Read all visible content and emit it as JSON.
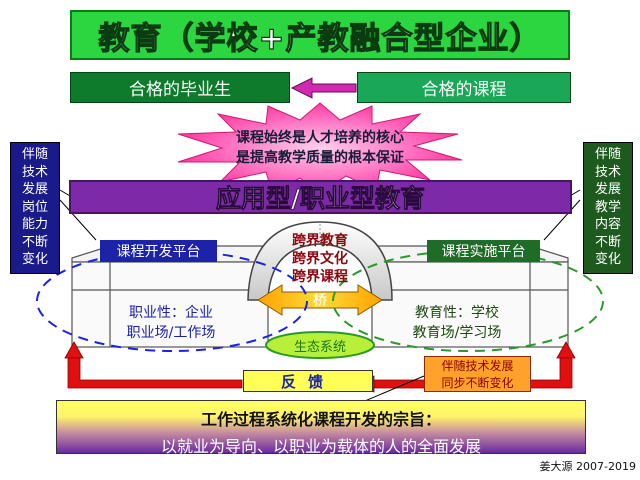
{
  "title": "教育（学校+产教融合型企业）",
  "graduate_label": "合格的毕业生",
  "course_label": "合格的课程",
  "core_line1": "课程始终是人才培养的核心",
  "core_line2": "是提高教学质量的根本保证",
  "app_banner": "应用型/职业型教育",
  "left_side": [
    "伴随",
    "技术",
    "发展",
    "岗位",
    "能力",
    "不断",
    "变化"
  ],
  "right_side": [
    "伴随",
    "技术",
    "发展",
    "教学",
    "内容",
    "不断",
    "变化"
  ],
  "left_platform": "课程开发平台",
  "right_platform": "课程实施平台",
  "cross_lines": [
    "跨界教育",
    "跨界文化",
    "跨界课程"
  ],
  "bridge": "桥",
  "left_zone": [
    "职业性：企业",
    "职业场/工作场"
  ],
  "right_zone": [
    "教育性：学校",
    "教育场/学习场"
  ],
  "eco": "生态系统",
  "feedback": "反馈",
  "sync": [
    "伴随技术发展",
    "同步不断变化"
  ],
  "purpose_title": "工作过程系统化课程开发的宗旨：",
  "purpose_sub": "以就业为导向、以职业为载体的人的全面发展",
  "author": "姜大源 2007-2019",
  "colors": {
    "title_green": "#2bd640",
    "app_purple": "#7d2aa8",
    "star_pink": "#ff3fa0",
    "feedback_red": "#e01010",
    "left_blue": "#1c23a8",
    "right_green": "#1f6b28"
  }
}
